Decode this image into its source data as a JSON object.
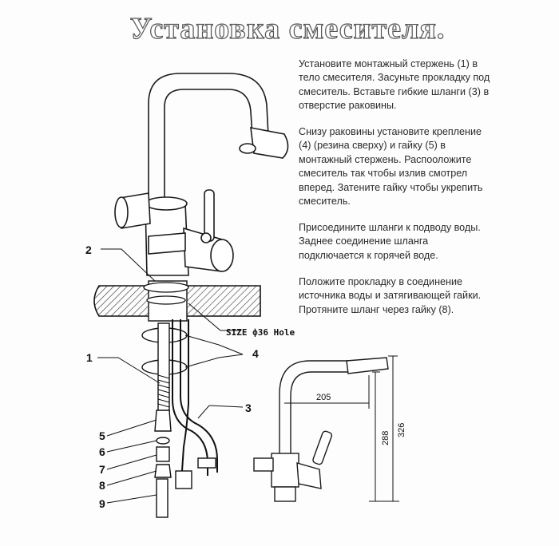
{
  "title": "Установка смесителя.",
  "instructions": [
    {
      "lines": [
        "Установите монтажный стержень (1) в",
        "тело смесителя. Засуньте прокладку под",
        "смеситель. Вставьте гибкие шланги (3) в",
        "отверстие раковины."
      ]
    },
    {
      "lines": [
        "Снизу раковины установите крепление",
        "(4) (резина сверху) и гайку (5) в",
        "монтажный стержень. Распооложите",
        "смеситель так чтобы излив смотрел",
        "вперед. Затените гайку чтобы укрепить",
        "смеситель."
      ]
    },
    {
      "lines": [
        "Присоедините шланги к подводу воды.",
        "Заднее соединение шланга",
        "подключается к горячей воде."
      ]
    },
    {
      "lines": [
        "Положите прокладку в соединение",
        "источника воды и затягивающей гайки.",
        "Протяните шланг через гайку (8)."
      ]
    }
  ],
  "callouts": {
    "n1": "1",
    "n2": "2",
    "n3": "3",
    "n4": "4",
    "n5": "5",
    "n6": "6",
    "n7": "7",
    "n8": "8",
    "n9": "9"
  },
  "size_label": "SIZE ф36 Hole",
  "dimensions": {
    "reach": "205",
    "height_inner": "288",
    "height_total": "326"
  }
}
